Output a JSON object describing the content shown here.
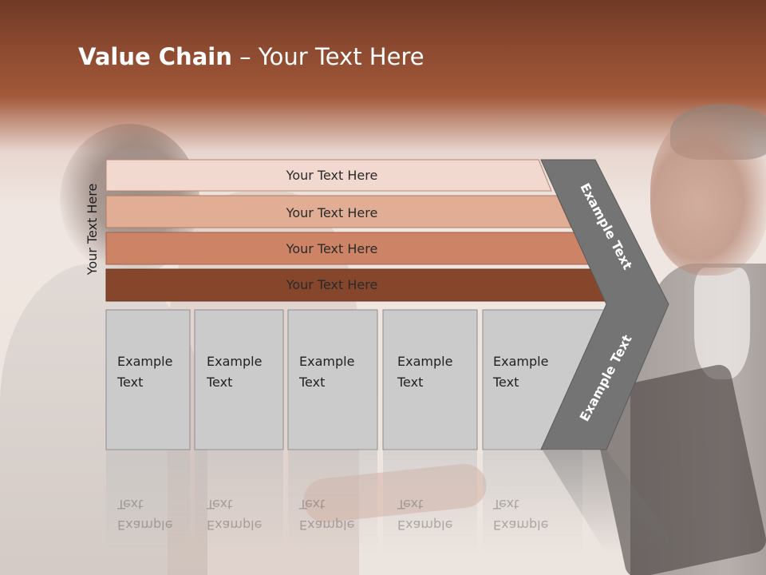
{
  "slide": {
    "title_bold": "Value Chain",
    "title_rest": " – Your Text Here",
    "side_label": "Your Text Here"
  },
  "bars": [
    {
      "label": "Your Text Here",
      "color": "#f1d9cf"
    },
    {
      "label": "Your Text Here",
      "color": "#e2ad95"
    },
    {
      "label": "Your Text Here",
      "color": "#cd8466"
    },
    {
      "label": "Your Text Here",
      "color": "#86462c"
    }
  ],
  "boxes": [
    {
      "line1": "Example",
      "line2": "Text"
    },
    {
      "line1": "Example",
      "line2": "Text"
    },
    {
      "line1": "Example",
      "line2": "Text"
    },
    {
      "line1": "Example",
      "line2": "Text"
    },
    {
      "line1": "Example",
      "line2": "Text"
    }
  ],
  "chevron": {
    "upper_label": "Example Text",
    "lower_label": "Example Text",
    "color": "#747474"
  }
}
